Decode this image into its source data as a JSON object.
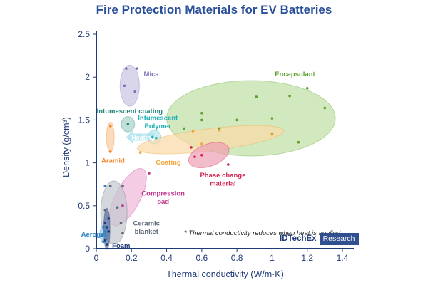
{
  "chart_data": {
    "type": "scatter",
    "title": "Fire Protection Materials for EV Batteries",
    "xlabel": "Thermal conductivity (W/m·K)",
    "ylabel": "Density (g/cm³)",
    "xlim": [
      0,
      1.4
    ],
    "ylim": [
      0,
      2.5
    ],
    "xticks": [
      "0",
      "0.2",
      "0.4",
      "0.6",
      "0.8",
      "1",
      "1.2",
      "1.4"
    ],
    "yticks": [
      "0",
      "0.5",
      "1",
      "1.5",
      "2",
      "2.5"
    ],
    "grid": false,
    "footnote": "* Thermal conductivity reduces when heat is applied",
    "logo_brand": "IDTechEx",
    "logo_tag": "Research",
    "series": [
      {
        "name": "Mica",
        "color": "#7b74b8",
        "fill": "#c9c4e2",
        "points": [
          [
            0.17,
            2.1
          ],
          [
            0.23,
            2.1
          ],
          [
            0.22,
            1.83
          ],
          [
            0.16,
            1.9
          ]
        ],
        "region": {
          "cx": 0.19,
          "cy": 1.9,
          "rx": 0.055,
          "ry": 0.24,
          "rot": 0
        },
        "label_pos": [
          0.27,
          2.01
        ],
        "label_align": "start"
      },
      {
        "name": "Encapsulant",
        "color": "#5aa02c",
        "fill": "#bfe0a4",
        "points": [
          [
            0.5,
            1.4
          ],
          [
            0.6,
            1.5
          ],
          [
            0.6,
            1.58
          ],
          [
            0.7,
            1.4
          ],
          [
            0.8,
            1.5
          ],
          [
            0.91,
            1.77
          ],
          [
            1.0,
            1.52
          ],
          [
            1.1,
            1.78
          ],
          [
            1.2,
            1.87
          ],
          [
            1.3,
            1.64
          ],
          [
            1.15,
            1.24
          ],
          [
            1.0,
            1.34
          ]
        ],
        "region": {
          "cx": 0.88,
          "cy": 1.52,
          "rx": 0.48,
          "ry": 0.44,
          "rot": 0
        },
        "label_pos": [
          1.13,
          2.01
        ],
        "label_align": "middle"
      },
      {
        "name": "Intumescent coating",
        "color": "#23857a",
        "fill": "#a6d3cb",
        "points": [
          [
            0.18,
            1.45
          ]
        ],
        "region": {
          "cx": 0.18,
          "cy": 1.45,
          "rx": 0.038,
          "ry": 0.09,
          "rot": 0
        },
        "label_pos": [
          0.19,
          1.58
        ],
        "label_align": "middle"
      },
      {
        "name": "Intumescent Polymer",
        "name_lines": [
          "Intumescent",
          "Polymer"
        ],
        "color": "#1fb0b6",
        "fill": "#b7e7ea",
        "points": [
          [
            0.32,
            1.3
          ],
          [
            0.34,
            1.29
          ]
        ],
        "region": {
          "cx": 0.33,
          "cy": 1.3,
          "rx": 0.038,
          "ry": 0.08,
          "rot": 0
        },
        "label_pos": [
          0.35,
          1.5
        ],
        "label_align": "middle"
      },
      {
        "name": "Aramid",
        "color": "#f4862a",
        "fill": "#fbcaa0",
        "points": [
          [
            0.08,
            1.43
          ],
          [
            0.08,
            1.13
          ]
        ],
        "region": {
          "cx": 0.08,
          "cy": 1.3,
          "rx": 0.022,
          "ry": 0.175,
          "rot": 0
        },
        "label_pos": [
          0.095,
          1.0
        ],
        "label_align": "middle"
      },
      {
        "name": "Coating",
        "color": "#f4a53a",
        "fill": "#fbd9a6",
        "points": [
          [
            0.25,
            1.12
          ],
          [
            0.55,
            1.37
          ],
          [
            0.7,
            1.38
          ],
          [
            0.6,
            1.22
          ],
          [
            1.0,
            1.33
          ]
        ],
        "region": {
          "cx": 0.65,
          "cy": 1.27,
          "rx": 0.42,
          "ry": 0.13,
          "rot": -7
        },
        "label_pos": [
          0.41,
          0.98
        ],
        "label_align": "middle"
      },
      {
        "name": "Phase change material",
        "name_lines": [
          "Phase change",
          "material"
        ],
        "color": "#d1224f",
        "fill": "#ee9fb4",
        "points": [
          [
            0.54,
            1.18
          ],
          [
            0.56,
            1.07
          ],
          [
            0.6,
            1.09
          ],
          [
            0.75,
            0.98
          ]
        ],
        "region": {
          "cx": 0.64,
          "cy": 1.09,
          "rx": 0.12,
          "ry": 0.13,
          "rot": -20
        },
        "label_pos": [
          0.72,
          0.83
        ],
        "label_align": "middle"
      },
      {
        "name": "Compression pad",
        "name_lines": [
          "Compression",
          "pad"
        ],
        "color": "#c0358e",
        "fill": "#f0b6d9",
        "points": [
          [
            0.3,
            0.88
          ],
          [
            0.15,
            0.5
          ]
        ],
        "region": {
          "cx": 0.18,
          "cy": 0.6,
          "rx": 0.07,
          "ry": 0.37,
          "rot": 28
        },
        "label_pos": [
          0.38,
          0.62
        ],
        "label_align": "middle"
      },
      {
        "name": "Ceramic blanket",
        "name_lines": [
          "Ceramic",
          "blanket"
        ],
        "color": "#5f6b78",
        "fill": "#c2c8cf",
        "points": [
          [
            0.08,
            0.73
          ],
          [
            0.15,
            0.73
          ],
          [
            0.12,
            0.48
          ],
          [
            0.05,
            0.45
          ],
          [
            0.14,
            0.3
          ],
          [
            0.15,
            0.18
          ]
        ],
        "region": {
          "cx": 0.1,
          "cy": 0.42,
          "rx": 0.075,
          "ry": 0.37,
          "rot": 0
        },
        "label_pos": [
          0.285,
          0.27
        ],
        "label_align": "middle"
      },
      {
        "name": "Aerogel",
        "color": "#2b83c5",
        "fill": "#9fcbe8",
        "points": [
          [
            0.04,
            0.25
          ],
          [
            0.05,
            0.2
          ],
          [
            0.03,
            0.15
          ],
          [
            0.05,
            0.73
          ],
          [
            0.04,
            0.08
          ]
        ],
        "region": {
          "cx": 0.042,
          "cy": 0.17,
          "rx": 0.022,
          "ry": 0.1,
          "rot": 0
        },
        "label_pos": [
          -0.015,
          0.14
        ],
        "label_align": "middle"
      },
      {
        "name": "Foam",
        "color": "#1f3a78",
        "fill": "#2f4f8f",
        "points": [
          [
            0.05,
            0.3
          ],
          [
            0.06,
            0.25
          ],
          [
            0.07,
            0.2
          ],
          [
            0.05,
            0.1
          ],
          [
            0.07,
            0.35
          ],
          [
            0.06,
            0.05
          ]
        ],
        "region": {
          "cx": 0.06,
          "cy": 0.23,
          "rx": 0.018,
          "ry": 0.24,
          "rot": 0
        },
        "label_pos": [
          0.09,
          0.01
        ],
        "label_align": "start"
      }
    ],
    "arrow": {
      "label": "Heating",
      "from": [
        0.33,
        1.3
      ],
      "to": [
        0.17,
        1.3
      ],
      "color": "#aee3f0"
    }
  }
}
